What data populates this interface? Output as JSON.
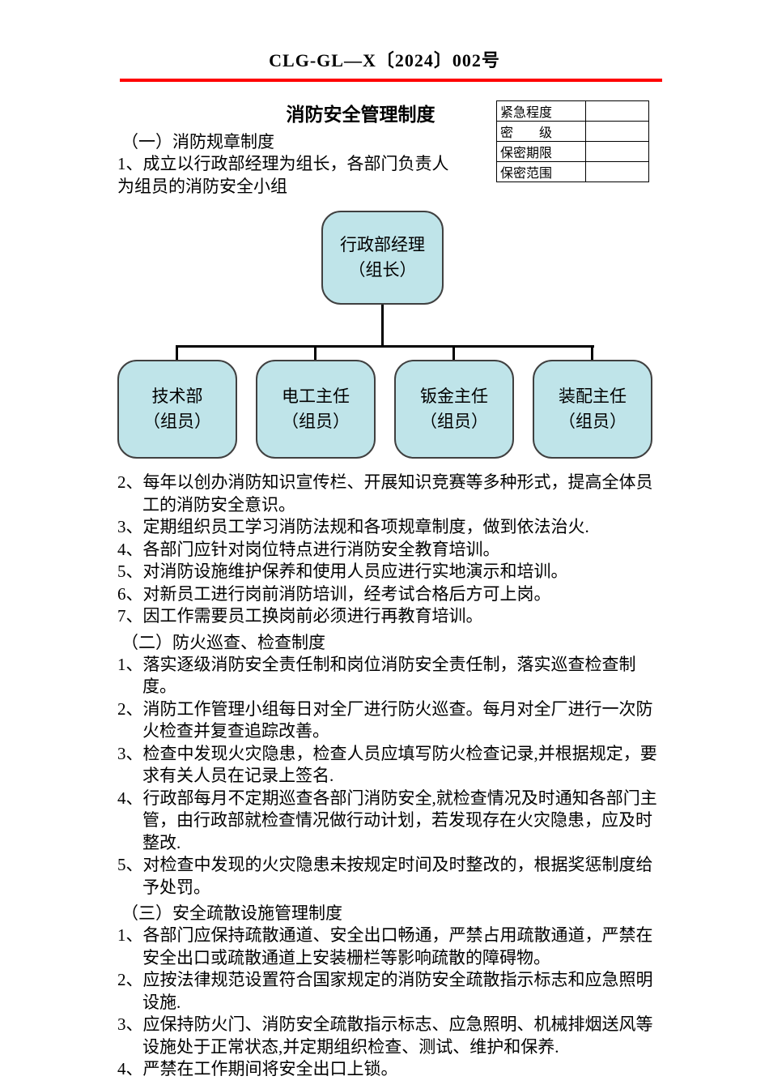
{
  "header": {
    "doc_number": "CLG-GL—X〔2024〕002号"
  },
  "meta_table": {
    "rows": [
      {
        "label": "紧急程度",
        "value": ""
      },
      {
        "label": "密　　级",
        "value": ""
      },
      {
        "label": "保密期限",
        "value": ""
      },
      {
        "label": "保密范围",
        "value": ""
      }
    ]
  },
  "title": "消防安全管理制度",
  "section1": {
    "heading": "（一）消防规章制度",
    "item1": "1、成立以行政部经理为组长，各部门负责人为组员的消防安全小组",
    "items": [
      "2、每年以创办消防知识宣传栏、开展知识竞赛等多种形式，提高全体员工的消防安全意识。",
      "3、定期组织员工学习消防法规和各项规章制度，做到依法治火.",
      "4、各部门应针对岗位特点进行消防安全教育培训。",
      "5、对消防设施维护保养和使用人员应进行实地演示和培训。",
      "6、对新员工进行岗前消防培训，经考试合格后方可上岗。",
      "7、因工作需要员工换岗前必须进行再教育培训。"
    ]
  },
  "org_chart": {
    "root": {
      "line1": "行政部经理",
      "line2": "（组长）"
    },
    "children": [
      {
        "line1": "技术部",
        "line2": "（组员）"
      },
      {
        "line1": "电工主任",
        "line2": "（组员）"
      },
      {
        "line1": "钣金主任",
        "line2": "（组员）"
      },
      {
        "line1": "装配主任",
        "line2": "（组员）"
      }
    ],
    "box_fill": "#bfe4e9",
    "box_border": "#404040"
  },
  "section2": {
    "heading": "（二）防火巡查、检查制度",
    "items": [
      "1、落实逐级消防安全责任制和岗位消防安全责任制，落实巡查检查制度。",
      "2、消防工作管理小组每日对全厂进行防火巡查。每月对全厂进行一次防火检查并复查追踪改善。",
      "3、检查中发现火灾隐患，检查人员应填写防火检查记录,并根据规定，要求有关人员在记录上签名.",
      "4、行政部每月不定期巡查各部门消防安全,就检查情况及时通知各部门主管，由行政部就检查情况做行动计划，若发现存在火灾隐患，应及时整改.",
      "5、对检查中发现的火灾隐患未按规定时间及时整改的，根据奖惩制度给予处罚。"
    ]
  },
  "section3": {
    "heading": "（三）安全疏散设施管理制度",
    "items": [
      "1、各部门应保持疏散通道、安全出口畅通，严禁占用疏散通道，严禁在安全出口或疏散通道上安装栅栏等影响疏散的障碍物。",
      "2、应按法律规范设置符合国家规定的消防安全疏散指示标志和应急照明设施.",
      "3、应保持防火门、消防安全疏散指示标志、应急照明、机械排烟送风等设施处于正常状态,并定期组织检查、测试、维护和保养.",
      "4、严禁在工作期间将安全出口上锁。"
    ]
  },
  "colors": {
    "rule": "#ff0000"
  }
}
